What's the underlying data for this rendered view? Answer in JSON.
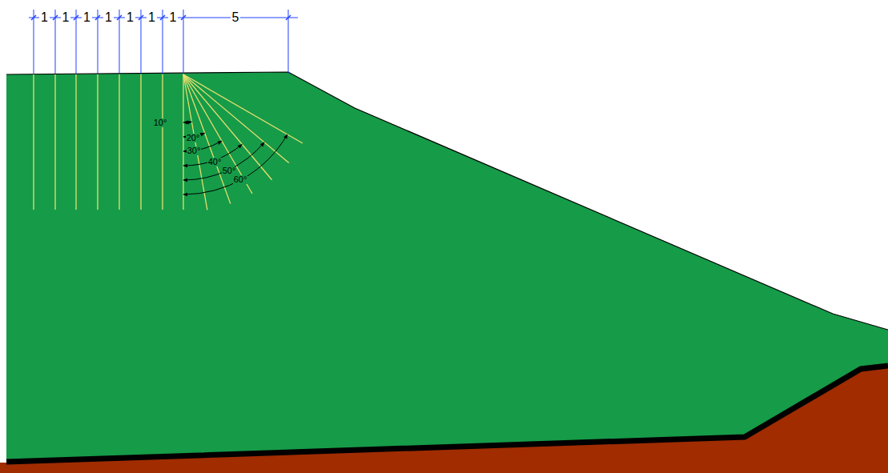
{
  "diagram": {
    "labels": [
      "1",
      "1",
      "1",
      "1",
      "1",
      "1",
      "1",
      "5",
      "10°",
      "20°",
      "30°",
      "40°",
      "50°",
      "60°"
    ]
  }
}
